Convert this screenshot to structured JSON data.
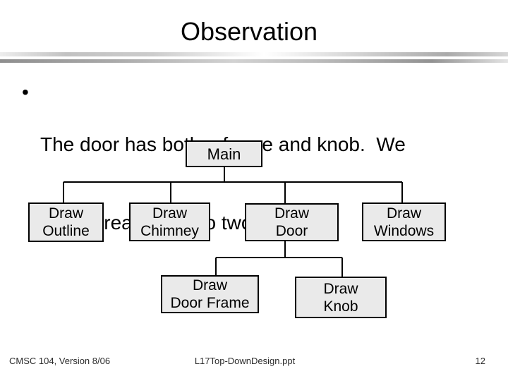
{
  "slide": {
    "title": "Observation",
    "bullet": {
      "marker": "•",
      "lines": [
        "The door has both a frame and knob.  We",
        "could break this into two steps."
      ]
    },
    "footer": {
      "left": "CMSC 104, Version 8/06",
      "center": "L17Top-DownDesign.ppt",
      "page_number": "12"
    }
  },
  "diagram": {
    "type": "tree",
    "nodes": {
      "main": {
        "label": "Main"
      },
      "draw_outline": {
        "line1": "Draw",
        "line2": "Outline"
      },
      "draw_chimney": {
        "line1": "Draw",
        "line2": "Chimney"
      },
      "draw_door": {
        "line1": "Draw",
        "line2": "Door"
      },
      "draw_windows": {
        "line1": "Draw",
        "line2": "Windows"
      },
      "draw_door_frame": {
        "line1": "Draw",
        "line2": "Door Frame"
      },
      "draw_knob": {
        "line1": "Draw",
        "line2": "Knob"
      }
    },
    "edges": [
      [
        "Main",
        "Draw Outline"
      ],
      [
        "Main",
        "Draw Chimney"
      ],
      [
        "Main",
        "Draw Door"
      ],
      [
        "Main",
        "Draw Windows"
      ],
      [
        "Draw Door",
        "Draw Door Frame"
      ],
      [
        "Draw Door",
        "Draw Knob"
      ]
    ]
  },
  "colors": {
    "background": "#ffffff",
    "box_fill": "#eaeaea",
    "box_border": "#000000",
    "connector": "#000000",
    "title_text": "#000000",
    "body_text": "#000000",
    "footer_text": "#2b2b2b"
  }
}
